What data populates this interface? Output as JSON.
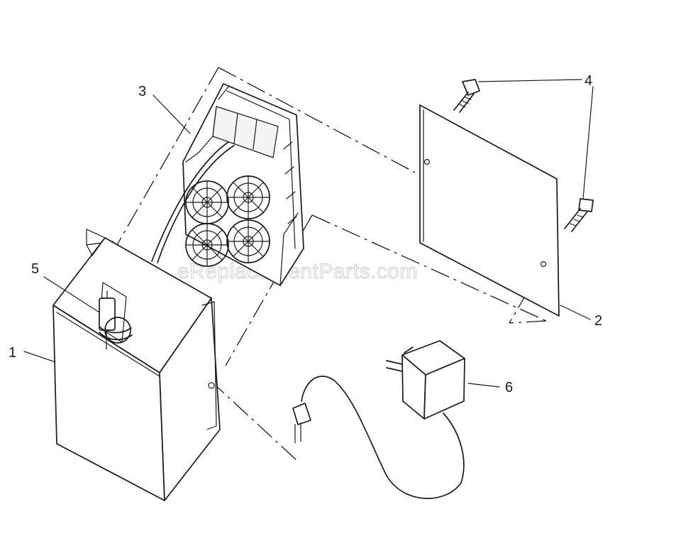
{
  "diagram": {
    "watermark": "eReplacementParts.com",
    "callouts": [
      {
        "id": "1",
        "label": "1"
      },
      {
        "id": "2",
        "label": "2"
      },
      {
        "id": "3",
        "label": "3"
      },
      {
        "id": "4",
        "label": "4"
      },
      {
        "id": "5",
        "label": "5"
      },
      {
        "id": "6",
        "label": "6"
      }
    ]
  }
}
